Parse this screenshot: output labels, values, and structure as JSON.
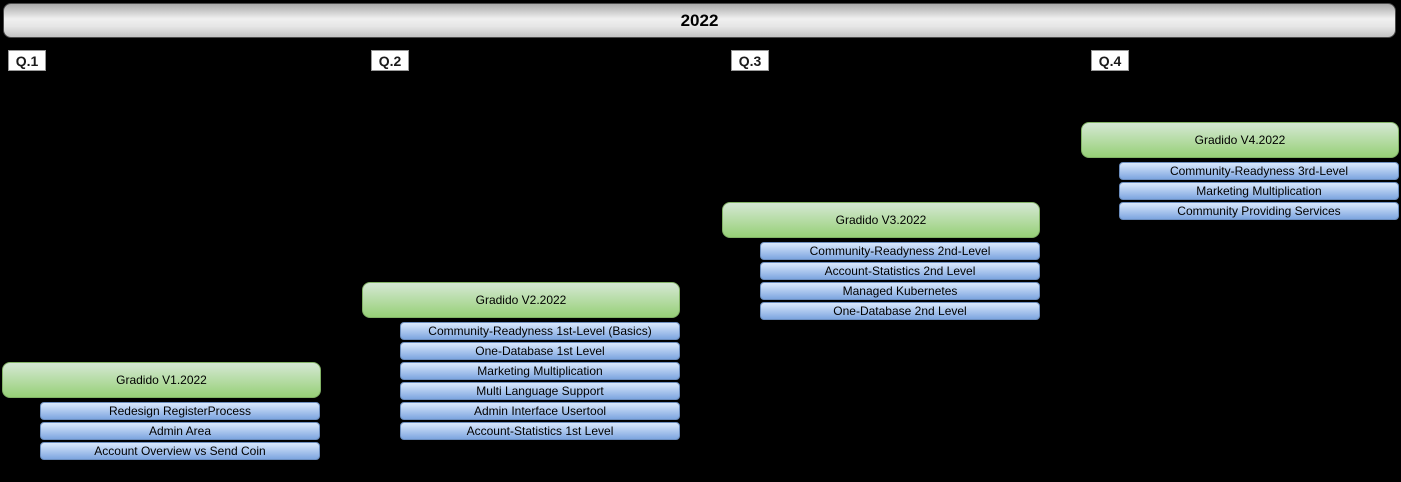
{
  "header": {
    "year": "2022"
  },
  "quarters": [
    {
      "label": "Q.1",
      "release": "Gradido V1.2022",
      "items": [
        "Redesign RegisterProcess",
        "Admin Area",
        "Account Overview vs Send Coin"
      ]
    },
    {
      "label": "Q.2",
      "release": "Gradido V2.2022",
      "items": [
        "Community-Readyness 1st-Level (Basics)",
        "One-Database 1st Level",
        "Marketing Multiplication",
        "Multi Language Support",
        "Admin Interface Usertool",
        "Account-Statistics 1st Level"
      ]
    },
    {
      "label": "Q.3",
      "release": "Gradido V3.2022",
      "items": [
        "Community-Readyness 2nd-Level",
        "Account-Statistics 2nd Level",
        "Managed Kubernetes",
        "One-Database 2nd Level"
      ]
    },
    {
      "label": "Q.4",
      "release": "Gradido V4.2022",
      "items": [
        "Community-Readyness 3rd-Level",
        "Marketing Multiplication",
        "Community Providing Services"
      ]
    }
  ],
  "colors": {
    "background": "#000000",
    "release_fill_top": "#d5e8d4",
    "release_fill_bottom": "#97d077",
    "release_border": "#82b366",
    "item_fill_top": "#dae8fc",
    "item_fill_bottom": "#7ea6e0",
    "item_border": "#6c8ebf",
    "header_border": "#4a4a4a",
    "quarter_label_bg": "#ffffff"
  }
}
